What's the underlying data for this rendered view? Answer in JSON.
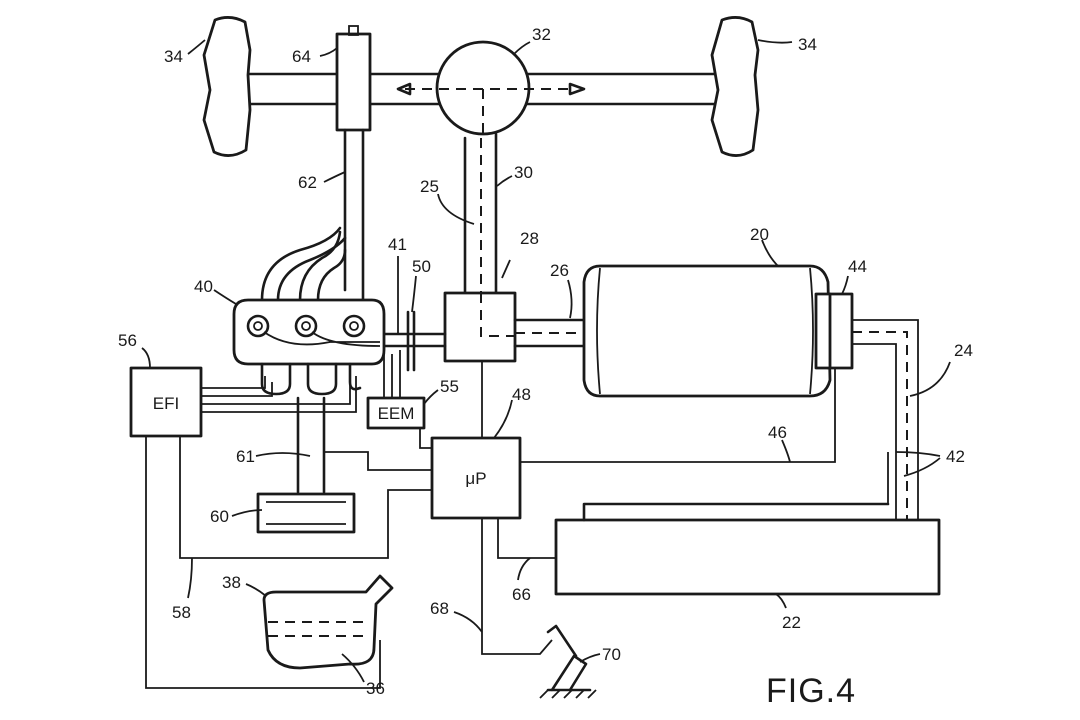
{
  "figure": {
    "title": "FIG.4",
    "box_labels": {
      "efi": "EFI",
      "eem": "EEM",
      "microprocessor": "μP"
    },
    "reference_numerals": [
      {
        "id": "n34a",
        "text": "34"
      },
      {
        "id": "n64",
        "text": "64"
      },
      {
        "id": "n32",
        "text": "32"
      },
      {
        "id": "n34b",
        "text": "34"
      },
      {
        "id": "n62",
        "text": "62"
      },
      {
        "id": "n25",
        "text": "25"
      },
      {
        "id": "n30",
        "text": "30"
      },
      {
        "id": "n28",
        "text": "28"
      },
      {
        "id": "n20",
        "text": "20"
      },
      {
        "id": "n44",
        "text": "44"
      },
      {
        "id": "n41",
        "text": "41"
      },
      {
        "id": "n50",
        "text": "50"
      },
      {
        "id": "n26",
        "text": "26"
      },
      {
        "id": "n40",
        "text": "40"
      },
      {
        "id": "n24",
        "text": "24"
      },
      {
        "id": "n56",
        "text": "56"
      },
      {
        "id": "n55",
        "text": "55"
      },
      {
        "id": "n48",
        "text": "48"
      },
      {
        "id": "n46",
        "text": "46"
      },
      {
        "id": "n42",
        "text": "42"
      },
      {
        "id": "n61",
        "text": "61"
      },
      {
        "id": "n60",
        "text": "60"
      },
      {
        "id": "n38",
        "text": "38"
      },
      {
        "id": "n58",
        "text": "58"
      },
      {
        "id": "n66",
        "text": "66"
      },
      {
        "id": "n22",
        "text": "22"
      },
      {
        "id": "n68",
        "text": "68"
      },
      {
        "id": "n70",
        "text": "70"
      },
      {
        "id": "n36",
        "text": "36"
      }
    ]
  }
}
